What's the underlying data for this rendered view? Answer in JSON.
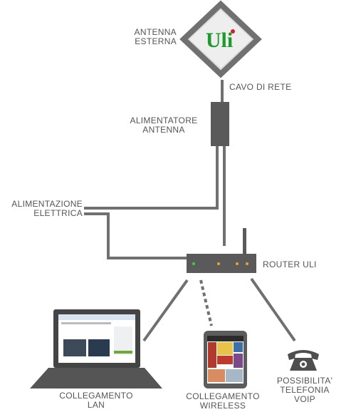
{
  "colors": {
    "line": "#707070",
    "device": "#5a5a5a",
    "logo_green": "#1e9a2c",
    "logo_red": "#d42020",
    "led_green": "#3cd23c",
    "led_orange": "#f0a030"
  },
  "logo": {
    "text": "Uli"
  },
  "labels": {
    "antenna_line1": "ANTENNA",
    "antenna_line2": "ESTERNA",
    "cable": "CAVO DI RETE",
    "power_supply_line1": "ALIMENTATORE",
    "power_supply_line2": "ANTENNA",
    "mains_line1": "ALIMENTAZIONE",
    "mains_line2": "ELETTRICA",
    "router": "ROUTER ULI",
    "lan_line1": "COLLEGAMENTO",
    "lan_line2": "LAN",
    "wireless_line1": "COLLEGAMENTO",
    "wireless_line2": "WIRELESS",
    "voip_line1": "POSSIBILITA'",
    "voip_line2": "TELEFONIA",
    "voip_line3": "VOIP"
  },
  "icons": {
    "antenna": "diamond-antenna-icon",
    "power_supply": "power-supply-icon",
    "router": "router-icon",
    "laptop": "laptop-icon",
    "tablet": "tablet-icon",
    "phone": "telephone-icon"
  }
}
